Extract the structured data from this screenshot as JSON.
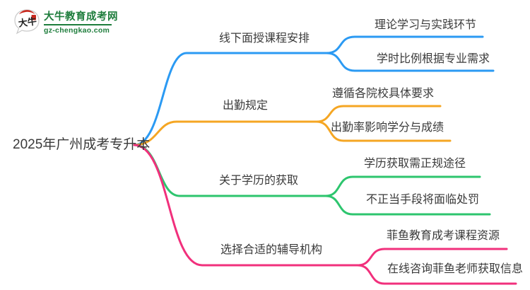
{
  "logo": {
    "icon": "daniu-speech-bubble-logo",
    "icon_text": "大牛",
    "title": "大牛教育成考网",
    "domain": "gz-chengkao.com",
    "color": "#1E7D3C",
    "seal_color": "#C8281E"
  },
  "root": {
    "label": "2025年广州成考专升本"
  },
  "branches": [
    {
      "label": "线下面授课程安排",
      "color": "#2B9AF3",
      "children": [
        "理论学习与实践环节",
        "学时比例根据专业需求"
      ]
    },
    {
      "label": "出勤规定",
      "color": "#F5A623",
      "children": [
        "遵循各院校具体要求",
        "出勤率影响学分与成绩"
      ]
    },
    {
      "label": "关于学历的获取",
      "color": "#2DC56E",
      "children": [
        "学历获取需正规途径",
        "不正当手段将面临处罚"
      ]
    },
    {
      "label": "选择合适的辅导机构",
      "color": "#F1307C",
      "children": [
        "菲鱼教育成考课程资源",
        "在线咨询菲鱼老师获取信息"
      ]
    }
  ]
}
